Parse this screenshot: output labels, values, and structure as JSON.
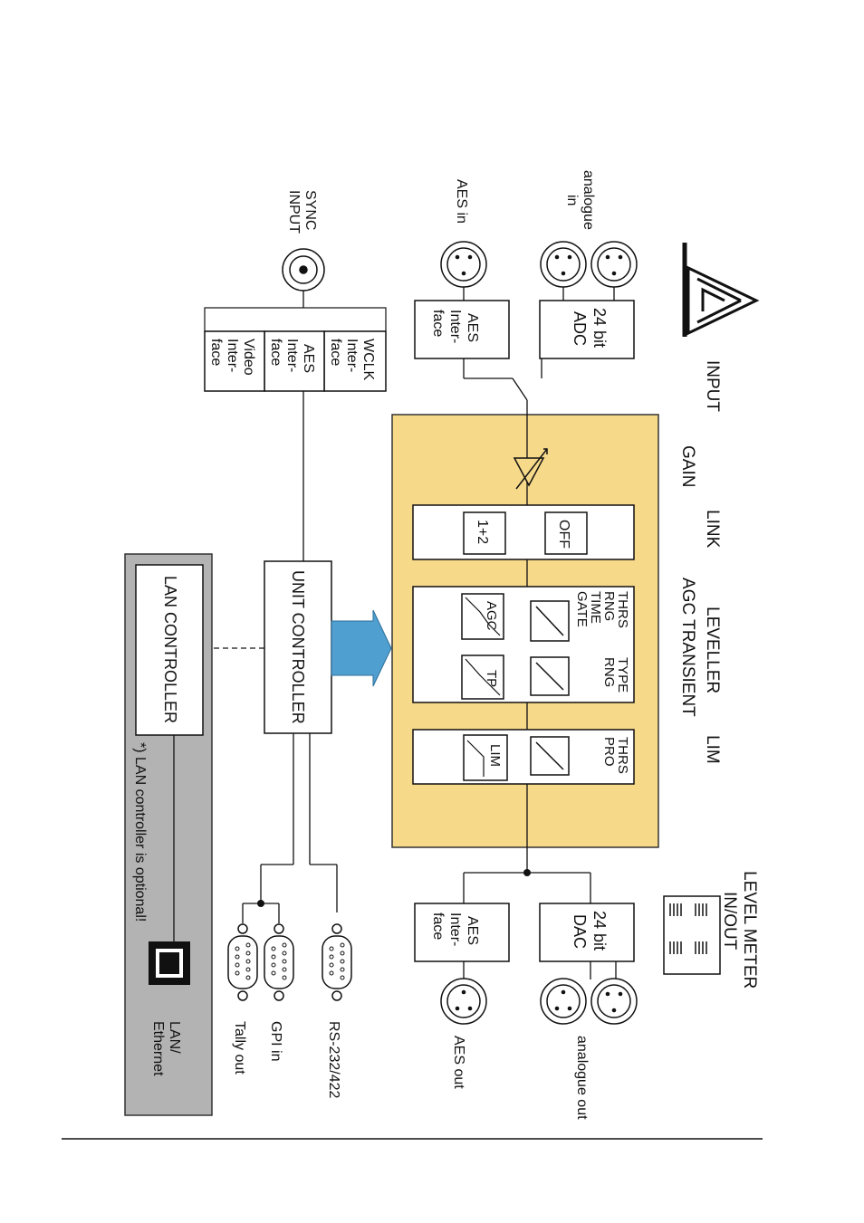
{
  "colors": {
    "processing_bg": "#f7d98a",
    "lan_bg": "#b3b3b3",
    "arrow_fill": "#4f9fd0",
    "line": "#111111"
  },
  "logo": {
    "name": "junger-logo"
  },
  "stages": {
    "input": "INPUT",
    "gain": "GAIN",
    "link": "LINK",
    "leveller": "LEVELLER",
    "agc_transient": "AGC  TRANSIENT",
    "lim": "LIM",
    "level_meter": [
      "LEVEL METER",
      "IN/OUT"
    ]
  },
  "inputs": {
    "analogue_in": [
      "analogue",
      "in"
    ],
    "aes_in": "AES in",
    "sync_input": [
      "SYNC",
      "INPUT"
    ]
  },
  "blocks": {
    "adc": [
      "24 bit",
      "ADC"
    ],
    "aes_in_interface": [
      "AES",
      "Inter-",
      "face"
    ],
    "sync_interfaces": [
      [
        "WCLK",
        "Inter-",
        "face"
      ],
      [
        "AES",
        "Inter-",
        "face"
      ],
      [
        "Video",
        "Inter-",
        "face"
      ]
    ],
    "dac": [
      "24 bit",
      "DAC"
    ],
    "aes_out_interface": [
      "AES",
      "Inter-",
      "face"
    ],
    "unit_controller": "UNIT CONTROLLER",
    "lan_controller": "LAN CONTROLLER"
  },
  "link_panel": {
    "off": "OFF",
    "link": "1+2"
  },
  "leveller_panel": {
    "agc_params": [
      "THRS",
      "RNG",
      "TIME",
      "GATE"
    ],
    "agc_label": "AGC",
    "transient_params": [
      "TYPE",
      "RNG"
    ],
    "transient_label": "TP"
  },
  "lim_panel": {
    "params": [
      "THRS",
      "PRO"
    ],
    "label": "LIM"
  },
  "outputs": {
    "analogue_out": "analogue out",
    "aes_out": "AES out",
    "rs232": "RS-232/422",
    "gpi_in": "GPI in",
    "tally_out": "Tally out",
    "lan": [
      "LAN/",
      "Ethernet"
    ]
  },
  "notes": {
    "lan_optional": "*) LAN controller is optional!"
  }
}
